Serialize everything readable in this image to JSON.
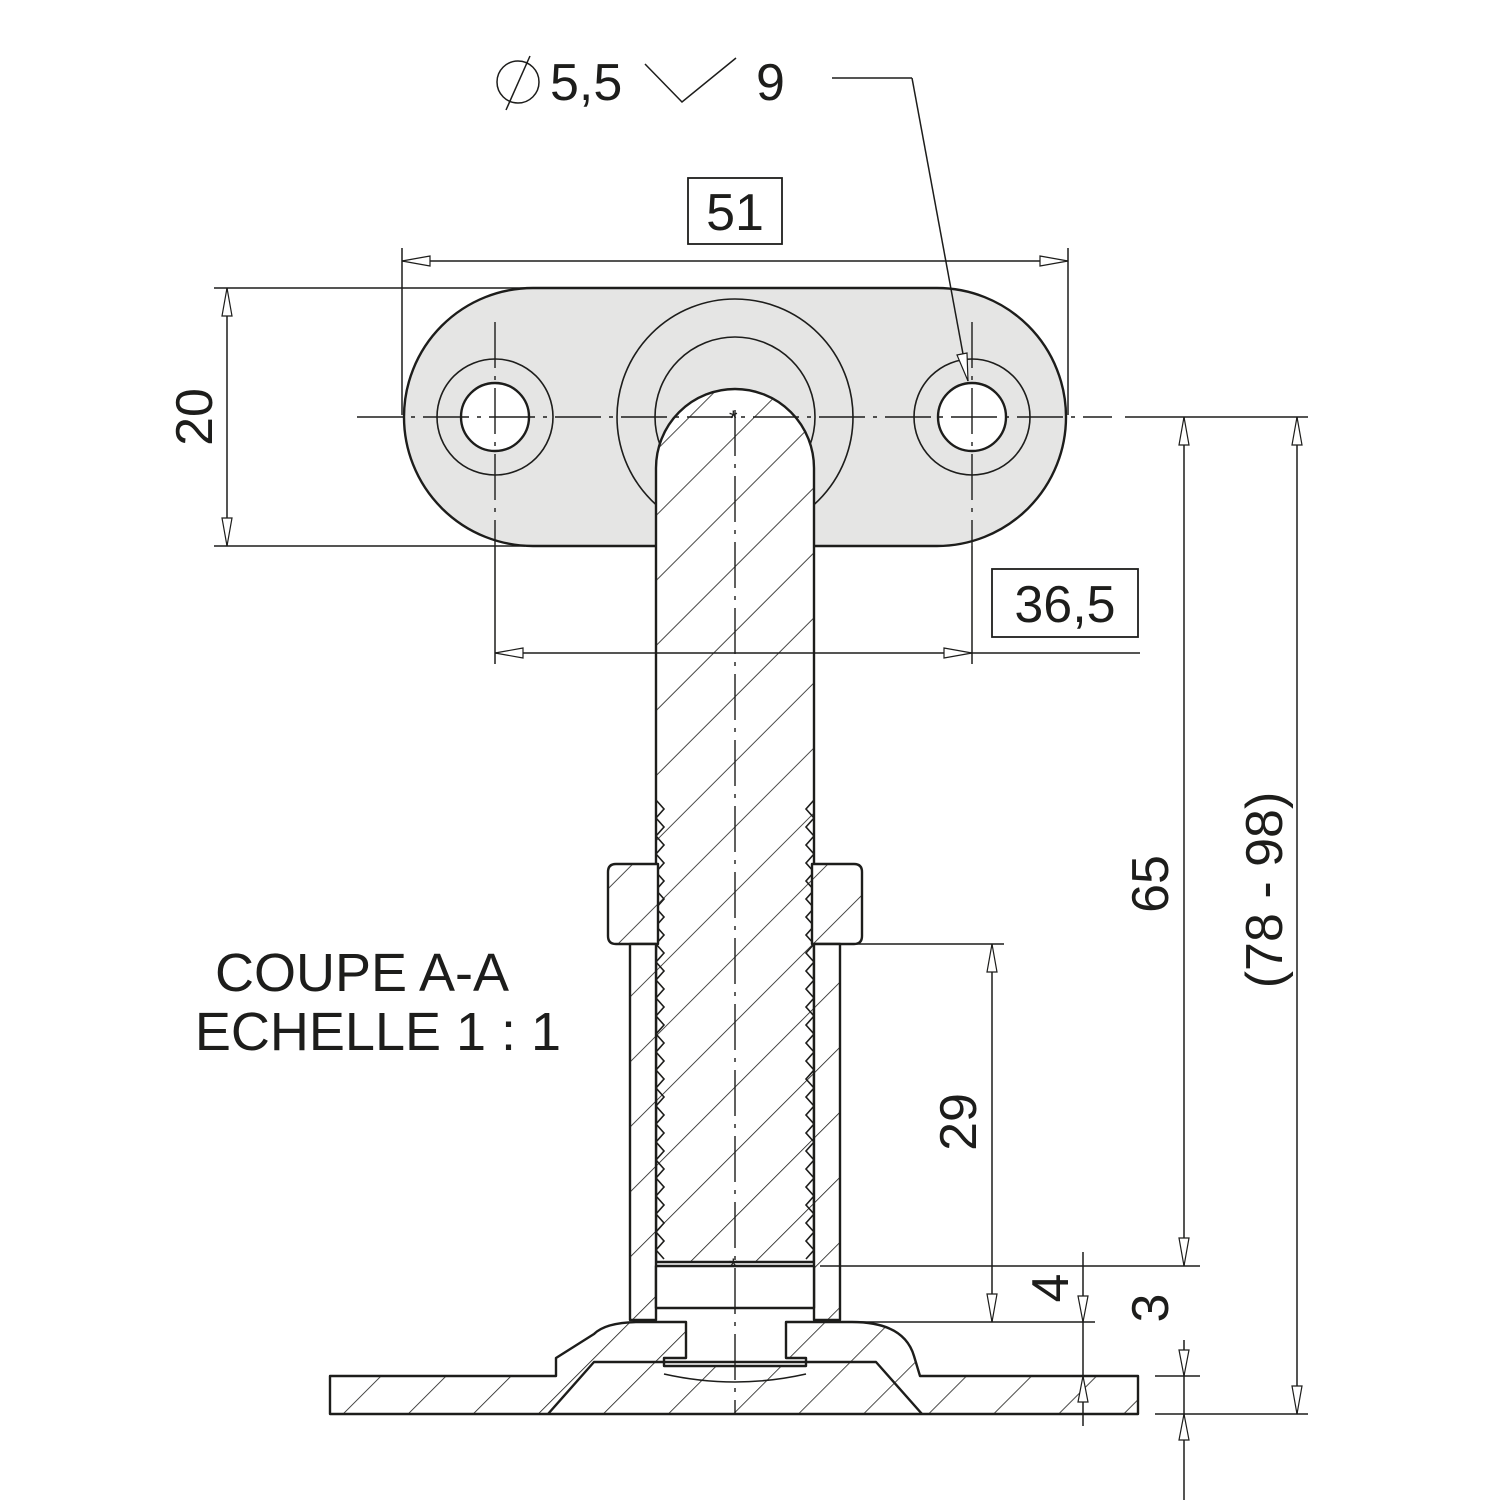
{
  "dimensions": {
    "overall_length": "51",
    "plate_width": "20",
    "hole_spacing": "36,5",
    "hole_diameter": "5,5",
    "countersink": "9",
    "height": "65",
    "height_range": "(78 - 98)",
    "thread_length": "29",
    "gap": "4",
    "base_thickness": "3"
  },
  "note": {
    "line1": "COUPE A-A",
    "line2": "ECHELLE 1 : 1"
  },
  "colors": {
    "line": "#1d1d1b",
    "body_fill": "#e5e5e4",
    "background": "#ffffff"
  }
}
